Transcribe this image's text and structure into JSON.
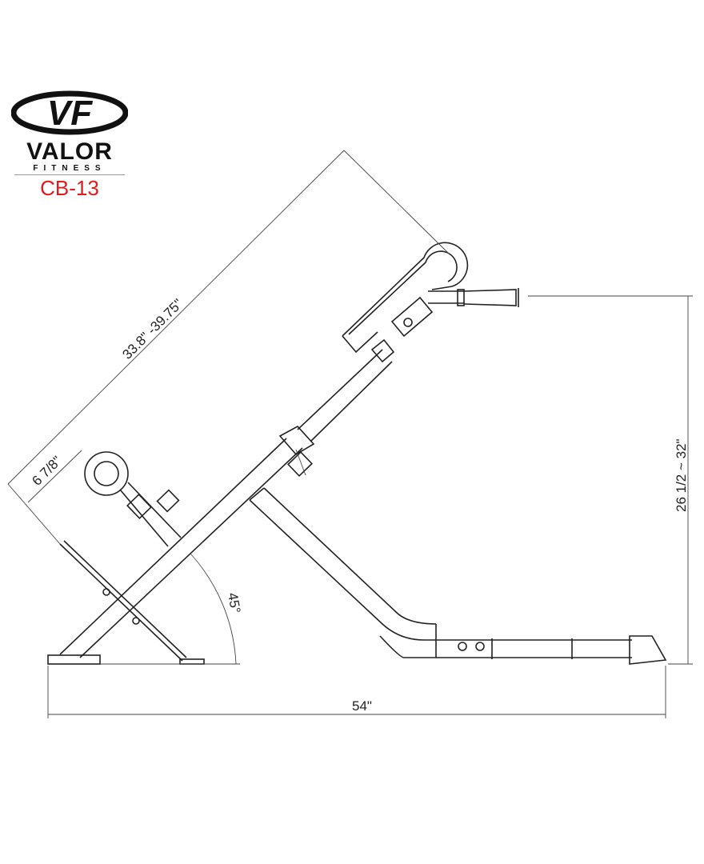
{
  "logo": {
    "mark": "VF",
    "brand": "VALOR",
    "sub": "FITNESS",
    "model": "CB-13",
    "model_color": "#e3191b"
  },
  "dimensions": {
    "length": "33.8\" -39.75\"",
    "roller_offset": "6 7/8\"",
    "angle": "45°",
    "height": "26 1/2 ~ 32\"",
    "width": "54\""
  }
}
